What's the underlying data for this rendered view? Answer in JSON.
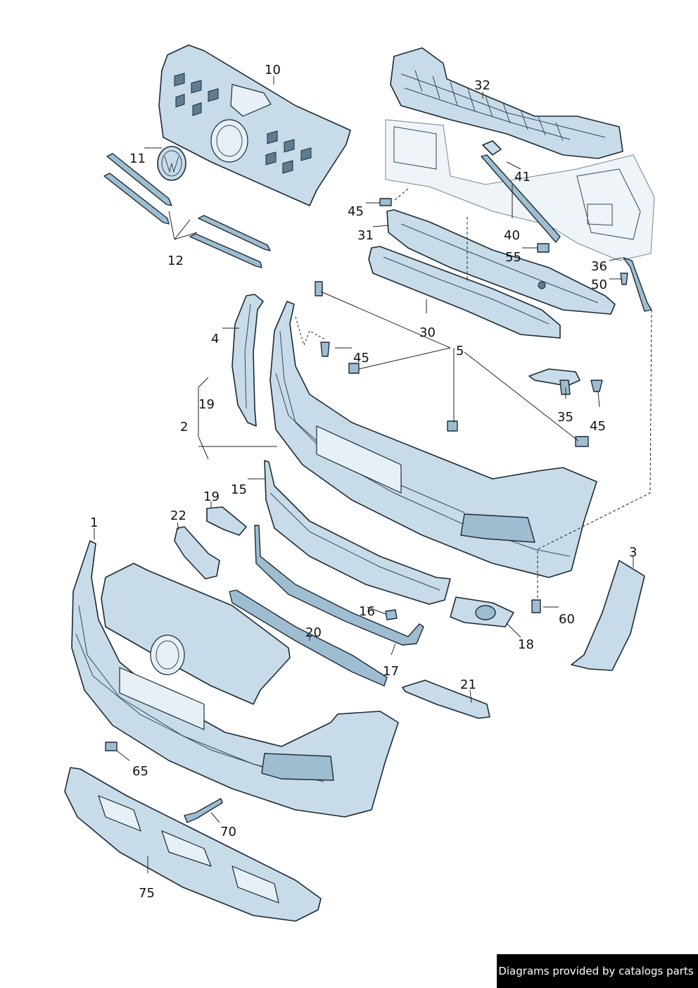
{
  "callouts": {
    "c1": "1",
    "c2": "2",
    "c3": "3",
    "c4": "4",
    "c5": "5",
    "c10": "10",
    "c11": "11",
    "c12": "12",
    "c15": "15",
    "c16": "16",
    "c17": "17",
    "c18": "18",
    "c19a": "19",
    "c19b": "19",
    "c20": "20",
    "c21": "21",
    "c22": "22",
    "c30": "30",
    "c31": "31",
    "c32": "32",
    "c35": "35",
    "c36": "36",
    "c40": "40",
    "c41": "41",
    "c45a": "45",
    "c45b": "45",
    "c45c": "45",
    "c50": "50",
    "c55": "55",
    "c60": "60",
    "c65": "65",
    "c70": "70",
    "c75": "75"
  },
  "footer": {
    "credit": "Diagrams provided by catalogs parts"
  },
  "colors": {
    "part_fill": "#c7dbe8",
    "part_shadow": "#9fbdd0",
    "outline": "#1c2a35",
    "footer_bg": "#000000"
  }
}
